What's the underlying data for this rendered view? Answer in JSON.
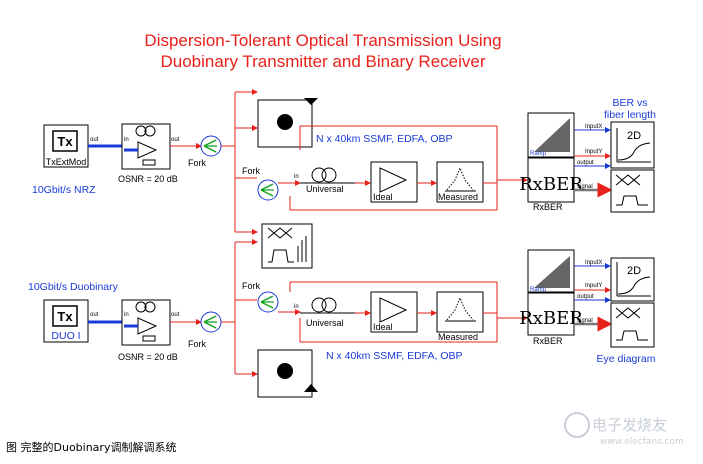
{
  "title_line1": "Dispersion-Tolerant Optical Transmission Using",
  "title_line2": "Duobinary Transmitter and Binary Receiver",
  "top": {
    "tx_name": "TxExtMod",
    "tx_caption": "10Gbit/s NRZ",
    "osnr": "OSNR = 20 dB",
    "fork1": "Fork",
    "fork2": "Fork",
    "universal": "Universal",
    "ideal": "Ideal",
    "measured": "Measured",
    "span": "N x 40km SSMF, EDFA, OBP",
    "ramp": "Ramp",
    "rxber": "RxBER",
    "ber_caption_1": "BER vs",
    "ber_caption_2": "fiber length"
  },
  "bottom": {
    "tx_name": "DUO I",
    "tx_caption": "10Gbit/s Duobinary",
    "osnr": "OSNR = 20 dB",
    "fork1": "Fork",
    "fork2": "Fork",
    "universal": "Universal",
    "ideal": "Ideal",
    "measured": "Measured",
    "span": "N x 40km SSMF, EDFA, OBP",
    "ramp": "Ramp",
    "rxber": "RxBER",
    "eye_caption": "Eye diagram"
  },
  "ports": {
    "out": "out",
    "in": "in",
    "output": "output",
    "inputx": "InputX",
    "inputy": "InputY",
    "signal": "signal"
  },
  "icons": {
    "tx": "Tx",
    "rx": "RxBER",
    "plot2d": "2D"
  },
  "caption": "图  完整的Duobinary调制解调系统",
  "watermark": {
    "main": "电子发烧友",
    "url": "www.elecfans.com"
  }
}
